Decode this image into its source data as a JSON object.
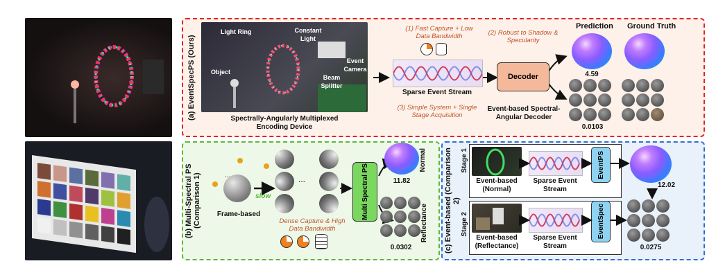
{
  "colors": {
    "red_panel_border": "#e02626",
    "red_panel_bg": "#fdf1ea",
    "green_panel_border": "#5cb83a",
    "green_panel_bg": "#eef8e8",
    "blue_panel_border": "#2f6fd6",
    "blue_panel_bg": "#e9f1fb",
    "decoder_fill": "#f4b89a",
    "event_btn_fill": "#8fd3f2",
    "ms_btn_fill": "#7bd85f",
    "annotation_text": "#c0572b"
  },
  "panel_a": {
    "side_label": "(a) EventSpecPS (Ours)",
    "device_labels": {
      "light_ring": "Light Ring",
      "constant_light": "Constant Light",
      "object": "Object",
      "event_camera": "Event Camera",
      "beam_splitter": "Beam Splitter"
    },
    "device_caption": "Spectrally-Angularly Multiplexed Encoding Device",
    "note_1": "(1) Fast Capture + Low Data Bandwidth",
    "note_2": "(2) Robust to Shadow & Specularity",
    "note_3": "(3) Simple System + Single Stage Acquisition",
    "stream_label": "Sparse Event Stream",
    "decoder_label": "Decoder",
    "decoder_caption": "Event-based Spectral-Angular Decoder",
    "prediction_label": "Prediction",
    "ground_truth_label": "Ground Truth",
    "normal_error": "4.59",
    "reflectance_error": "0.0103"
  },
  "panel_b": {
    "side_label": "(b) Multi-Spectral PS (Comparison 1)",
    "frame_label": "Frame-based",
    "slow_label": "slow",
    "dots": "...",
    "note": "Dense Capture & High Data Bandwidth",
    "ms_button": "Multi Spectral PS",
    "normal_label": "Normal",
    "reflectance_label": "Reflectance",
    "normal_error": "11.82",
    "reflectance_error": "0.0302"
  },
  "panel_c": {
    "side_label": "(c) Event-based (Comparison 2)",
    "stage1": "Stage 1",
    "stage2": "Stage 2",
    "cam1_label": "Event-based (Normal)",
    "cam2_label": "Event-based (Reflectance)",
    "stream1_label": "Sparse Event Stream",
    "stream2_label": "Sparse Event Stream",
    "eventps_button": "EventPS",
    "eventspec_button": "EventSpec",
    "normal_error": "12.02",
    "reflectance_error": "0.0275"
  }
}
